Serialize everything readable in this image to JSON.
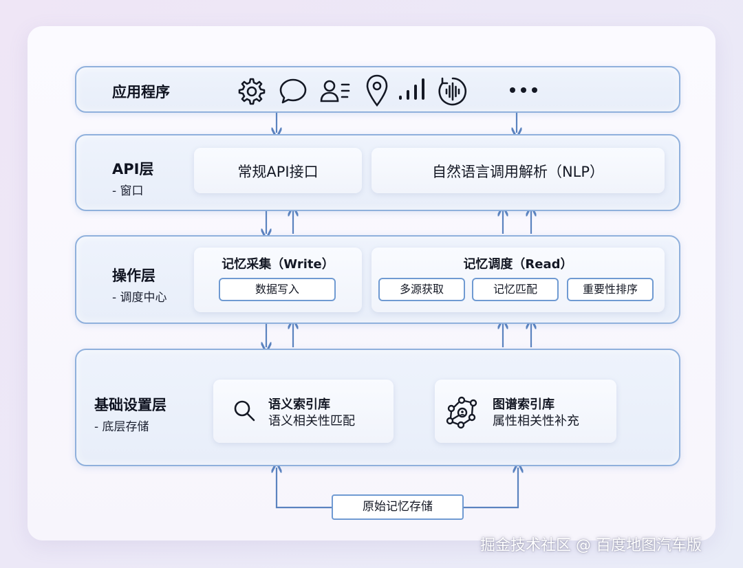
{
  "app_layer": {
    "title": "应用程序",
    "icons": [
      "gear-icon",
      "chat-bubble-icon",
      "contacts-icon",
      "location-pin-icon",
      "signal-bars-icon",
      "audio-wave-icon",
      "more-dots-icon"
    ]
  },
  "api_layer": {
    "title": "API层",
    "subtitle": "- 窗口",
    "regular_api": "常规API接口",
    "nlp": "自然语言调用解析（NLP）"
  },
  "ops_layer": {
    "title": "操作层",
    "subtitle": "- 调度中心",
    "write_panel": {
      "title": "记忆采集（Write）",
      "items": [
        "数据写入"
      ]
    },
    "read_panel": {
      "title": "记忆调度（Read）",
      "items": [
        "多源获取",
        "记忆匹配",
        "重要性排序"
      ]
    }
  },
  "infra_layer": {
    "title": "基础设置层",
    "subtitle": "- 底层存储",
    "semantic_index": {
      "title": "语义索引库",
      "desc": "语义相关性匹配",
      "icon": "search-icon"
    },
    "graph_index": {
      "title": "图谱索引库",
      "desc": "属性相关性补充",
      "icon": "graph-network-icon"
    }
  },
  "raw_storage": "原始记忆存储",
  "watermark": "掘金技术社区 @ 百度地图汽车版",
  "colors": {
    "layer_border": "#8fb0dc",
    "arrow": "#5b83bf",
    "chip_border": "#6f9ad2"
  }
}
